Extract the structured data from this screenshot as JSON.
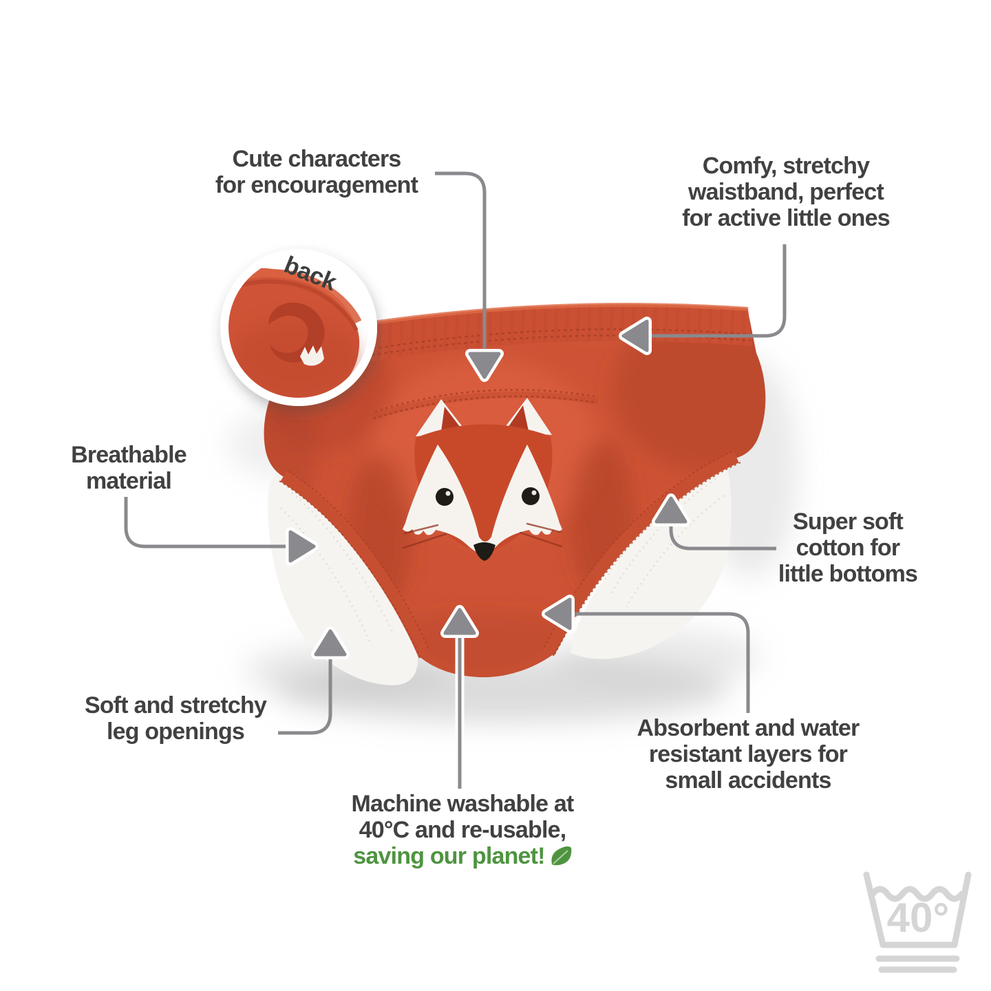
{
  "annotations": [
    {
      "id": "cute-characters",
      "lines": [
        "Cute characters",
        "for encouragement"
      ]
    },
    {
      "id": "comfy-waistband",
      "lines": [
        "Comfy, stretchy",
        "waistband, perfect",
        "for active little ones"
      ]
    },
    {
      "id": "breathable-material",
      "lines": [
        "Breathable",
        "material"
      ]
    },
    {
      "id": "super-soft-cotton",
      "lines": [
        "Super soft",
        "cotton for",
        "little bottoms"
      ]
    },
    {
      "id": "leg-openings",
      "lines": [
        "Soft and stretchy",
        "leg openings"
      ]
    },
    {
      "id": "absorbent-layers",
      "lines": [
        "Absorbent and water",
        "resistant layers for",
        "small accidents"
      ]
    },
    {
      "id": "machine-washable",
      "lines": [
        "Machine washable at",
        "40°C and re-usable,"
      ],
      "highlight": "saving our planet!",
      "icon": "leaf-icon"
    }
  ],
  "inset": {
    "label": "back"
  },
  "wash_icon": {
    "name": "wash-at-40-icon",
    "label": "40°"
  },
  "product": {
    "name": "fox-toddler-training-pants"
  },
  "colors": {
    "text": "#414141",
    "highlight_green": "#4e9440",
    "connector": "#8a8a8e",
    "pants_orange": "#ce5336",
    "pants_shadow": "#b04227",
    "fox_face": "#c8492a",
    "ear_inner": "#b23a22",
    "lining_white": "#f6f4f0",
    "wash_icon_gray": "#d5d5d5"
  }
}
